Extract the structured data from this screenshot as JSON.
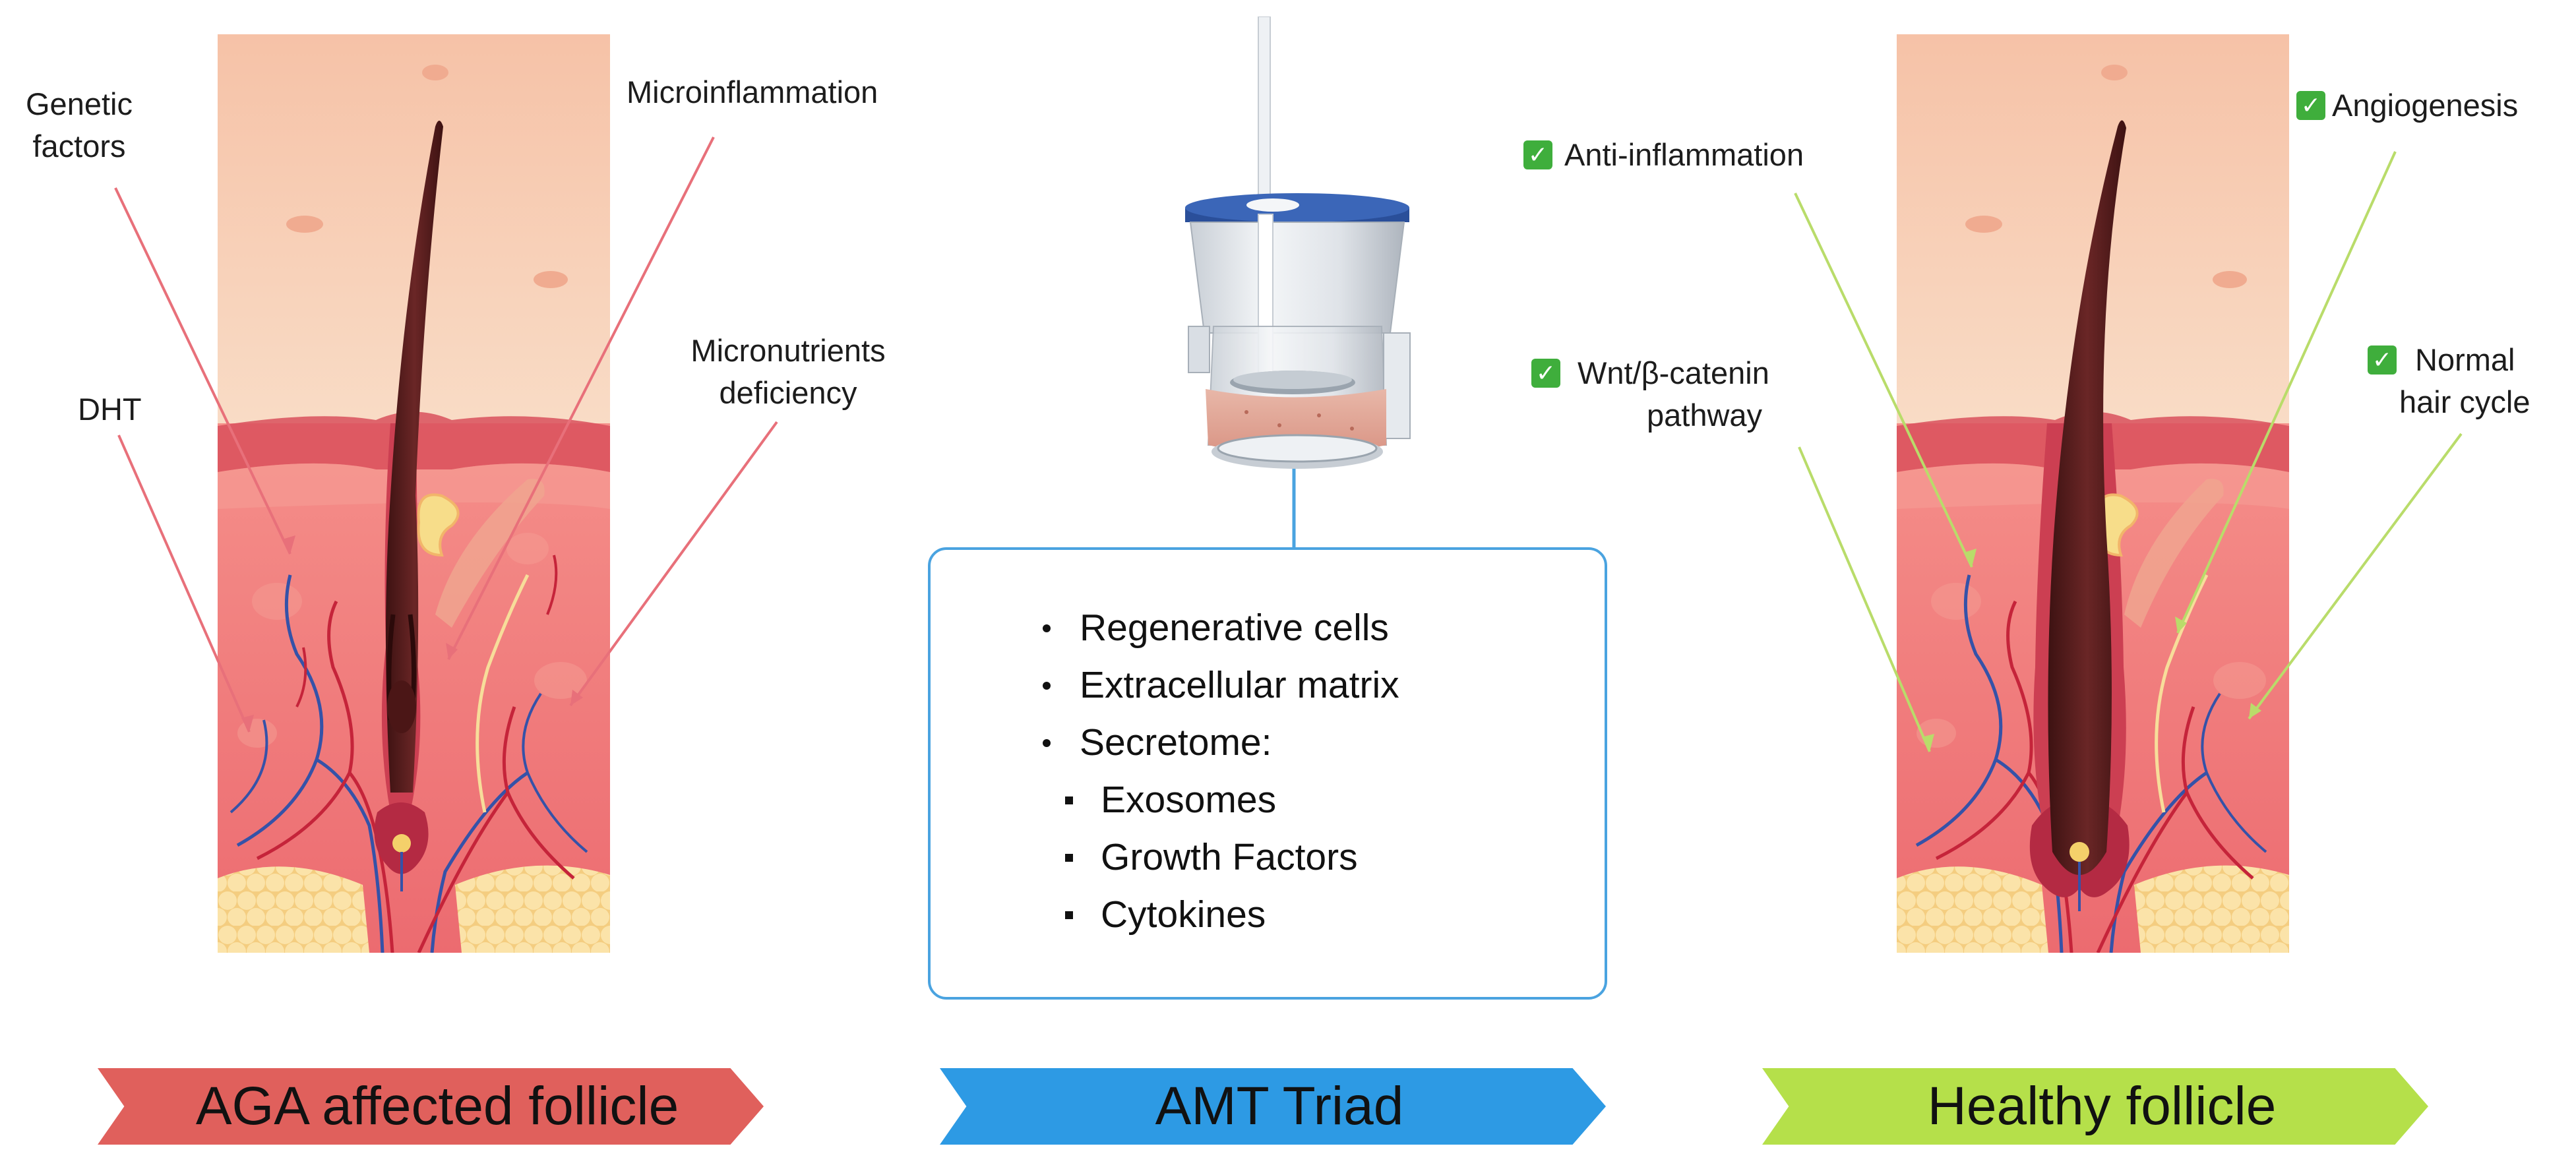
{
  "left_panel": {
    "labels": {
      "genetic": [
        "Genetic",
        "factors"
      ],
      "microinflammation": "Microinflammation",
      "micronutrients": [
        "Micronutrients",
        "deficiency"
      ],
      "dht": "DHT"
    },
    "banner": "AGA affected follicle"
  },
  "center_panel": {
    "items": [
      "Regenerative cells",
      "Extracellular matrix",
      "Secretome:"
    ],
    "subitems": [
      "Exosomes",
      "Growth Factors",
      "Cytokines"
    ],
    "banner": "AMT Triad"
  },
  "right_panel": {
    "labels": {
      "anti_inflammation": "Anti-inflammation",
      "angiogenesis": "Angiogenesis",
      "wnt": [
        "Wnt/β-catenin",
        "pathway"
      ],
      "hair_cycle": [
        "Normal",
        "hair cycle"
      ]
    },
    "check_icon": "check-box-icon",
    "banner": "Healthy follicle"
  },
  "colors": {
    "skin_top": "#f7cdb5",
    "dermis": "#ee6e73",
    "hair": "#5a1e1e",
    "fat": "#f8dd9a",
    "left_arrow": "#e8707a",
    "right_arrow": "#b9dc6a",
    "box_border": "#4aa3e0",
    "banner_red": "#e0605c",
    "banner_blue": "#2d9ae4",
    "banner_green": "#b5e04a",
    "check_green": "#3fae3c"
  }
}
